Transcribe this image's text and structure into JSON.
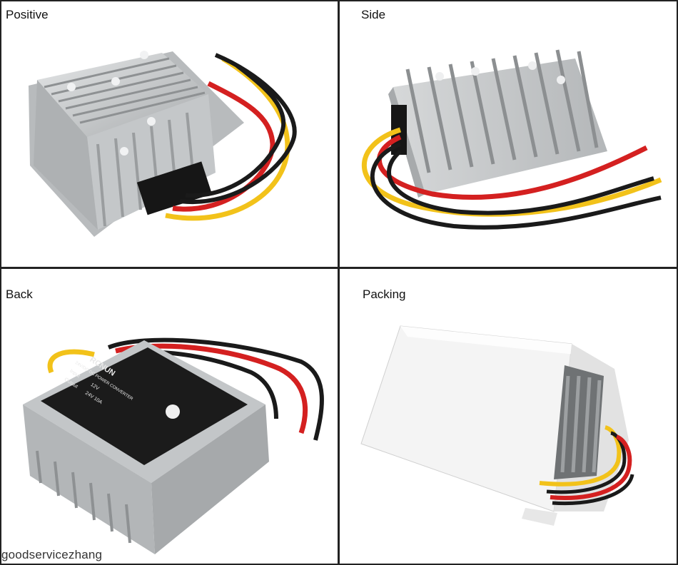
{
  "panels": [
    {
      "label": "Positive"
    },
    {
      "label": "Side"
    },
    {
      "label": "Back"
    },
    {
      "label": "Packing"
    }
  ],
  "watermark": "goodservicezhang",
  "product_label": {
    "brand": "RCNUN",
    "line1": "24V/DC-DC POWER CONVERTER",
    "input": "Input",
    "input_value": "12V",
    "output": "Output",
    "output_value": "24V 10A"
  },
  "colors": {
    "frame": "#222222",
    "aluminum": "#c9cbcc",
    "wire_red": "#d42020",
    "wire_yellow": "#f2c21a",
    "wire_black": "#1a1a1a"
  }
}
